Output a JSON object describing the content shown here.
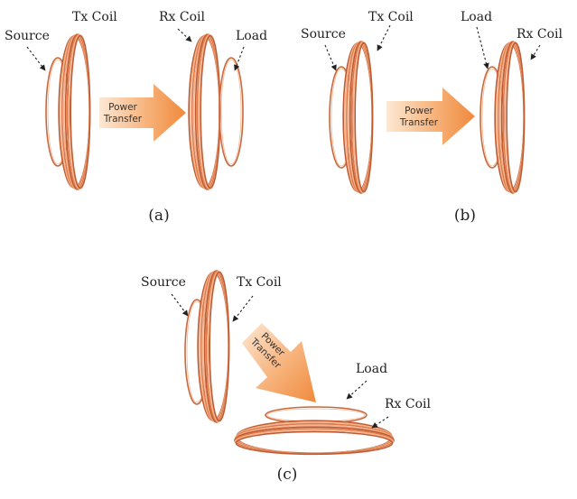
{
  "colors": {
    "coil_dark": "#c05a30",
    "coil_mid": "#e07a4a",
    "coil_light": "#f4b690",
    "arrow_orange": "#f39a4e",
    "arrow_light": "#fde0c4"
  },
  "panels": [
    {
      "caption": "(a)",
      "labels": {
        "source": "Source",
        "tx": "Tx Coil",
        "rx": "Rx Coil",
        "load": "Load"
      },
      "arrow": {
        "line1": "Power",
        "line2": "Transfer"
      }
    },
    {
      "caption": "(b)",
      "labels": {
        "source": "Source",
        "tx": "Tx Coil",
        "load": "Load",
        "rx": "Rx Coil"
      },
      "arrow": {
        "line1": "Power",
        "line2": "Transfer"
      }
    },
    {
      "caption": "(c)",
      "labels": {
        "source": "Source",
        "tx": "Tx Coil",
        "load": "Load",
        "rx": "Rx Coil"
      },
      "arrow": {
        "line1": "Power",
        "line2": "Transfer"
      }
    }
  ]
}
